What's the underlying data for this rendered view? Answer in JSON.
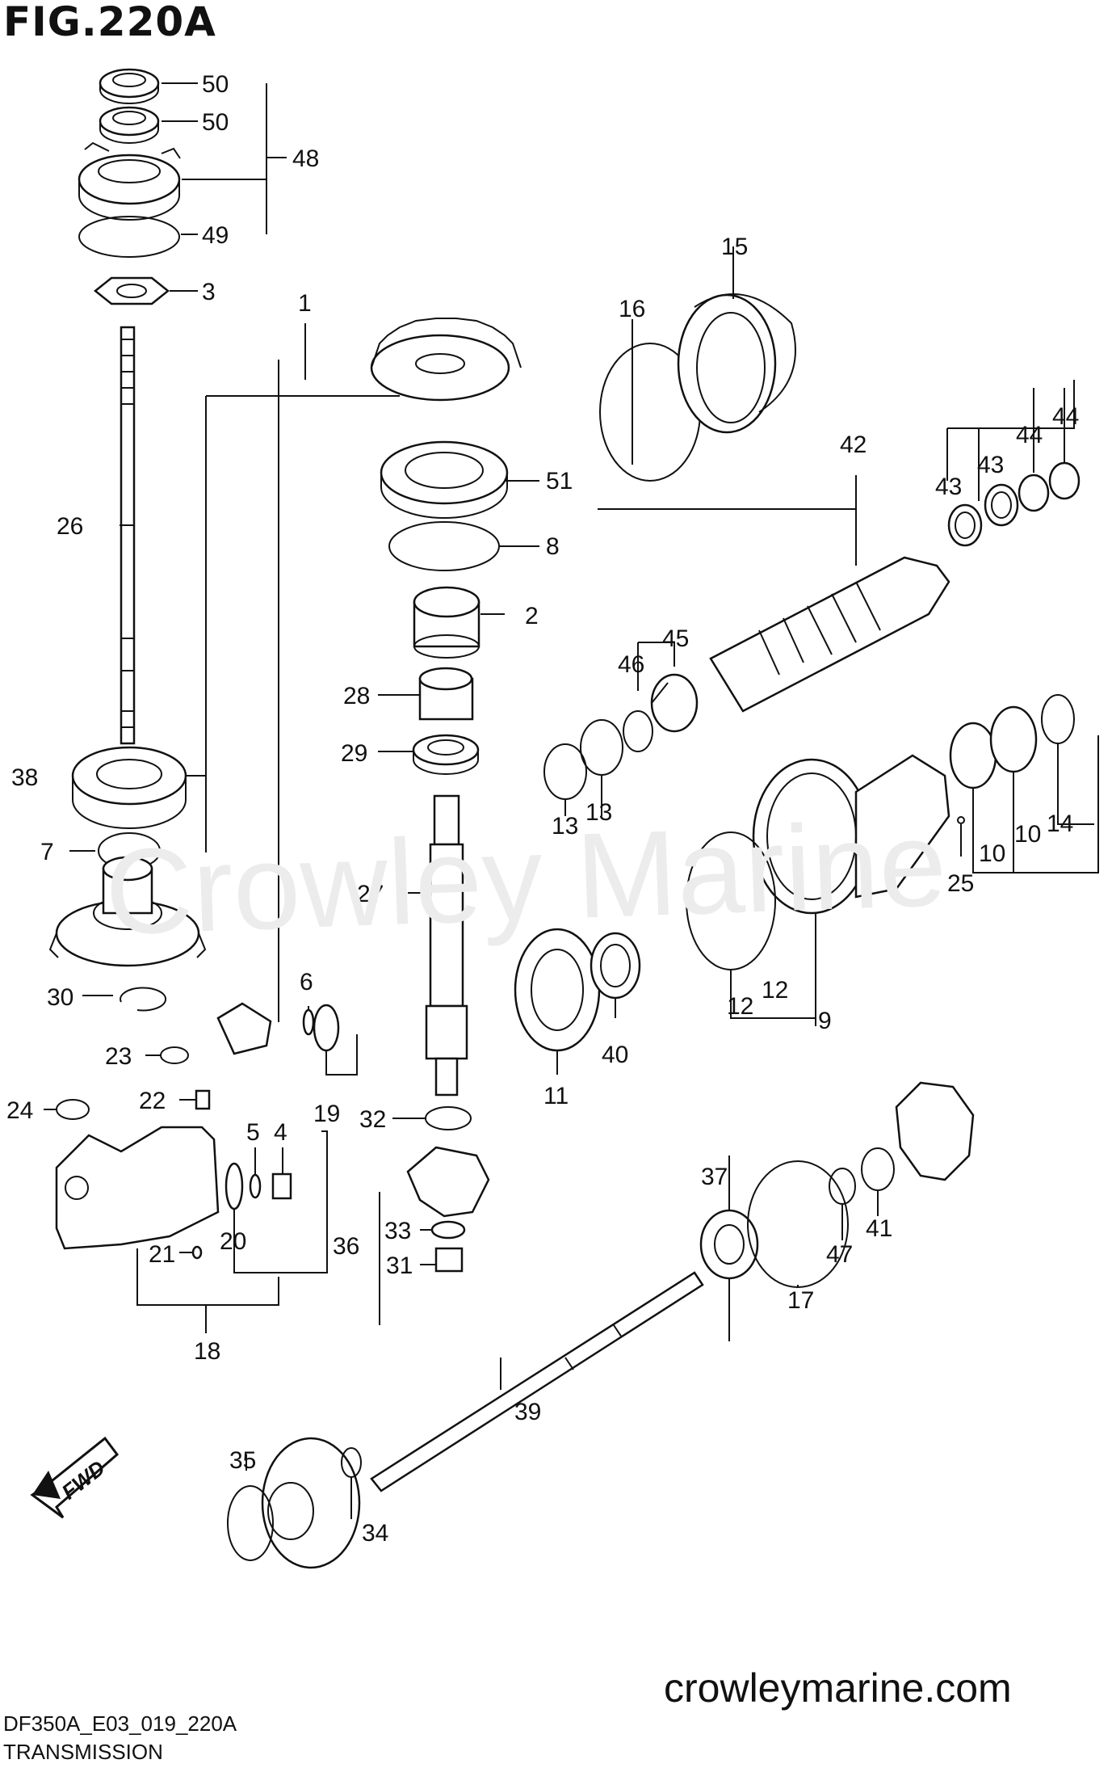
{
  "figure": {
    "title": "FIG.220A",
    "code": "DF350A_E03_019_220A",
    "section": "TRANSMISSION",
    "website": "crowleymarine.com",
    "watermark": "Crowley Marine"
  },
  "fwd_badge": "FWD",
  "callouts": [
    {
      "id": "c50a",
      "text": "50"
    },
    {
      "id": "c50b",
      "text": "50"
    },
    {
      "id": "c48",
      "text": "48"
    },
    {
      "id": "c49",
      "text": "49"
    },
    {
      "id": "c3",
      "text": "3"
    },
    {
      "id": "c1",
      "text": "1"
    },
    {
      "id": "c26",
      "text": "26"
    },
    {
      "id": "c15",
      "text": "15"
    },
    {
      "id": "c16",
      "text": "16"
    },
    {
      "id": "c51",
      "text": "51"
    },
    {
      "id": "c8",
      "text": "8"
    },
    {
      "id": "c2",
      "text": "2"
    },
    {
      "id": "c42",
      "text": "42"
    },
    {
      "id": "c43a",
      "text": "43"
    },
    {
      "id": "c43b",
      "text": "43"
    },
    {
      "id": "c44a",
      "text": "44"
    },
    {
      "id": "c44b",
      "text": "44"
    },
    {
      "id": "c28",
      "text": "28"
    },
    {
      "id": "c29",
      "text": "29"
    },
    {
      "id": "c46",
      "text": "46"
    },
    {
      "id": "c45",
      "text": "45"
    },
    {
      "id": "c38",
      "text": "38"
    },
    {
      "id": "c7",
      "text": "7"
    },
    {
      "id": "c13a",
      "text": "13"
    },
    {
      "id": "c13b",
      "text": "13"
    },
    {
      "id": "c14",
      "text": "14"
    },
    {
      "id": "c10a",
      "text": "10"
    },
    {
      "id": "c10b",
      "text": "10"
    },
    {
      "id": "c25",
      "text": "25"
    },
    {
      "id": "c27",
      "text": "27"
    },
    {
      "id": "c30",
      "text": "30"
    },
    {
      "id": "c6",
      "text": "6"
    },
    {
      "id": "c12a",
      "text": "12"
    },
    {
      "id": "c12b",
      "text": "12"
    },
    {
      "id": "c9",
      "text": "9"
    },
    {
      "id": "c23",
      "text": "23"
    },
    {
      "id": "c40",
      "text": "40"
    },
    {
      "id": "c11",
      "text": "11"
    },
    {
      "id": "c22",
      "text": "22"
    },
    {
      "id": "c19",
      "text": "19"
    },
    {
      "id": "c24",
      "text": "24"
    },
    {
      "id": "c32",
      "text": "32"
    },
    {
      "id": "c5",
      "text": "5"
    },
    {
      "id": "c4",
      "text": "4"
    },
    {
      "id": "c37",
      "text": "37"
    },
    {
      "id": "c41",
      "text": "41"
    },
    {
      "id": "c33",
      "text": "33"
    },
    {
      "id": "c47",
      "text": "47"
    },
    {
      "id": "c21",
      "text": "21"
    },
    {
      "id": "c20",
      "text": "20"
    },
    {
      "id": "c36",
      "text": "36"
    },
    {
      "id": "c31",
      "text": "31"
    },
    {
      "id": "c17",
      "text": "17"
    },
    {
      "id": "c18",
      "text": "18"
    },
    {
      "id": "c39",
      "text": "39"
    },
    {
      "id": "c35",
      "text": "35"
    },
    {
      "id": "c34",
      "text": "34"
    }
  ]
}
